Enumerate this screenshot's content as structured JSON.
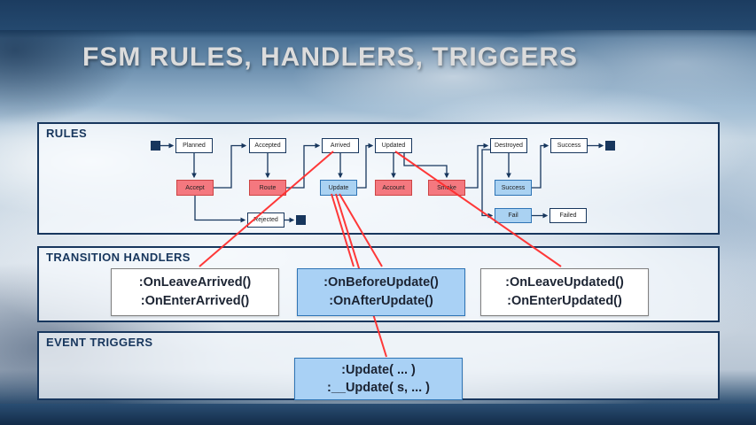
{
  "slide": {
    "title": "FSM RULES, HANDLERS, TRIGGERS"
  },
  "panels": {
    "rules": {
      "label": "RULES"
    },
    "transition_handlers": {
      "label": "TRANSITION HANDLERS"
    },
    "event_triggers": {
      "label": "EVENT TRIGGERS"
    }
  },
  "fsm": {
    "states": [
      {
        "label": "Planned"
      },
      {
        "label": "Accepted"
      },
      {
        "label": "Arrived"
      },
      {
        "label": "Updated"
      },
      {
        "label": "Destroyed"
      },
      {
        "label": "Success"
      }
    ],
    "transitions": [
      {
        "label": "Accept",
        "variant": "red"
      },
      {
        "label": "Route",
        "variant": "red"
      },
      {
        "label": "Update",
        "variant": "blue"
      },
      {
        "label": "Account",
        "variant": "red"
      },
      {
        "label": "Smoke",
        "variant": "red"
      },
      {
        "label": "Success",
        "variant": "blue"
      },
      {
        "label": "Fail",
        "variant": "blue"
      }
    ],
    "terminal_states": [
      {
        "label": "Rejected"
      },
      {
        "label": "Failed"
      }
    ]
  },
  "handler_boxes": [
    {
      "line1": ":OnLeaveArrived()",
      "line2": ":OnEnterArrived()",
      "variant": "white"
    },
    {
      "line1": ":OnBeforeUpdate()",
      "line2": ":OnAfterUpdate()",
      "variant": "blue"
    },
    {
      "line1": ":OnLeaveUpdated()",
      "line2": ":OnEnterUpdated()",
      "variant": "white"
    }
  ],
  "trigger_box": {
    "line1": ":Update( ... )",
    "line2": ":__Update( s, ... )",
    "variant": "blue"
  },
  "colors": {
    "accent_navy": "#17365d",
    "transition_red_fill": "#f4787f",
    "transition_blue_fill": "#aad2f2",
    "connector_red": "#ff2e2e"
  }
}
